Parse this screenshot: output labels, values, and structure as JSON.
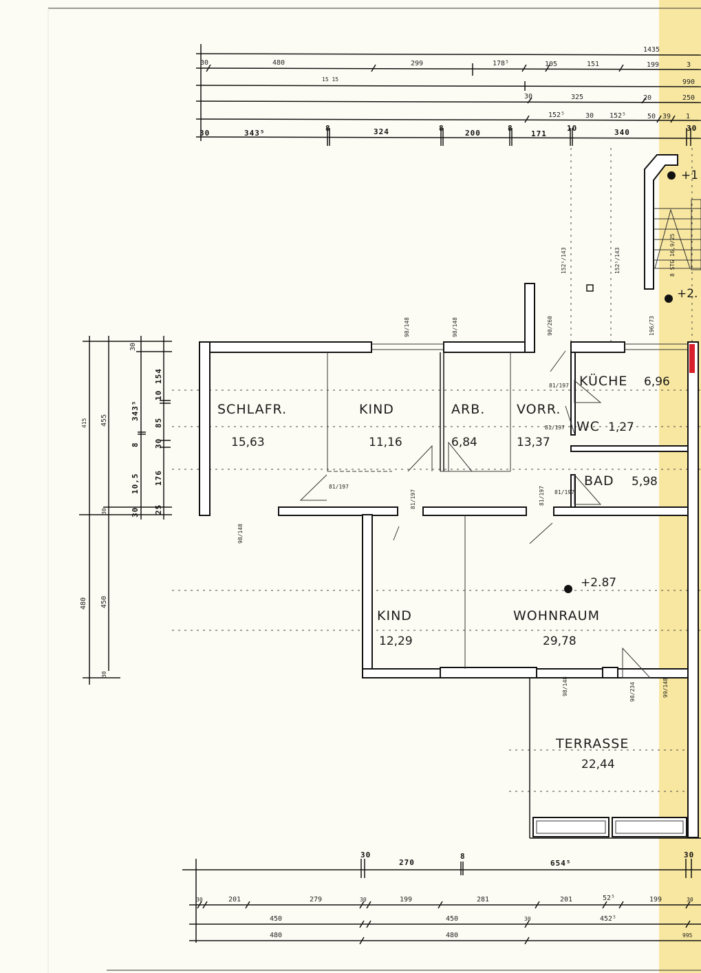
{
  "rooms": [
    {
      "name": "SCHLAFR.",
      "area": "15,63"
    },
    {
      "name": "KIND",
      "area": "11,16"
    },
    {
      "name": "ARB.",
      "area": "6,84"
    },
    {
      "name": "VORR.",
      "area": "13,37"
    },
    {
      "name": "KÜCHE",
      "area": "6,96"
    },
    {
      "name": "WC",
      "area": "1,27"
    },
    {
      "name": "BAD",
      "area": "5,98"
    },
    {
      "name": "KIND",
      "area": "12,29"
    },
    {
      "name": "WOHNRAUM",
      "area": "29,78"
    },
    {
      "name": "TERRASSE",
      "area": "22,44"
    }
  ],
  "levels": {
    "wohnraum": "+2.87",
    "top": "+1",
    "stair": "+2."
  },
  "stair": {
    "label": "8 STG 16,9/25"
  },
  "top_dims": {
    "row1": [
      "1435"
    ],
    "row2": [
      "30",
      "480",
      "299",
      "178⁵",
      "105",
      "151",
      "199",
      "3"
    ],
    "row3": [
      "15 15",
      "990"
    ],
    "row4": [
      "30",
      "325",
      "20",
      "250"
    ],
    "row5": [
      "152⁵",
      "30",
      "152⁵",
      "50",
      "39",
      "1"
    ],
    "row6": [
      "30",
      "343⁵",
      "8",
      "324",
      "8",
      "200",
      "8",
      "171",
      "10",
      "340",
      "30"
    ]
  },
  "bottom_dims": {
    "row1": [
      "30",
      "270",
      "8",
      "654⁵",
      "30"
    ],
    "row2": [
      "30",
      "201",
      "279",
      "30",
      "199",
      "281",
      "201",
      "52⁵",
      "199",
      "30"
    ],
    "row3": [
      "450",
      "450",
      "30",
      "452⁵"
    ],
    "row4": [
      "480",
      "480",
      "995"
    ]
  },
  "left_dims": [
    "30",
    "455",
    "415",
    "30",
    "480",
    "450",
    "30",
    "343⁵",
    "10,5",
    "8",
    "154",
    "10",
    "85",
    "30",
    "176",
    "25",
    "30"
  ],
  "openings": [
    "98/148",
    "98/148",
    "90/260",
    "196/73",
    "81/197",
    "152⁵/143",
    "152⁵/143",
    "98/148",
    "98/148",
    "98/234",
    "99/148"
  ]
}
